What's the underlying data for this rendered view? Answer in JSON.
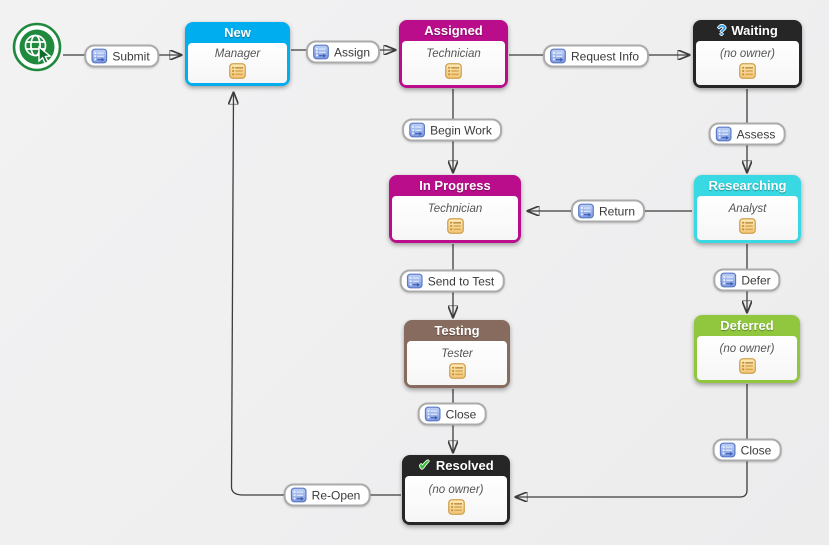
{
  "canvas": {
    "background": "#f0f0f1"
  },
  "start": {
    "color": "#1F8A3D",
    "icon": "globe-cursor-icon"
  },
  "states": [
    {
      "label": "New",
      "role": "Manager",
      "color": "#00AEEF"
    },
    {
      "label": "Assigned",
      "role": "Technician",
      "color": "#B90D8C"
    },
    {
      "label": "Waiting",
      "role": "(no owner)",
      "color": "#262626",
      "header_icon": "?",
      "header_icon_color": "#2F9BE8"
    },
    {
      "label": "In Progress",
      "role": "Technician",
      "color": "#B90D8C"
    },
    {
      "label": "Researching",
      "role": "Analyst",
      "color": "#38D9E2"
    },
    {
      "label": "Testing",
      "role": "Tester",
      "color": "#876B5E"
    },
    {
      "label": "Deferred",
      "role": "(no owner)",
      "color": "#90C73E"
    },
    {
      "label": "Resolved",
      "role": "(no owner)",
      "color": "#262626",
      "header_icon": "✔",
      "header_icon_color": "#35C235"
    }
  ],
  "transitions": [
    {
      "label": "Submit"
    },
    {
      "label": "Assign"
    },
    {
      "label": "Request Info"
    },
    {
      "label": "Begin Work"
    },
    {
      "label": "Assess"
    },
    {
      "label": "Return"
    },
    {
      "label": "Send to Test"
    },
    {
      "label": "Defer"
    },
    {
      "label": "Close"
    },
    {
      "label": "Close"
    },
    {
      "label": "Re-Open"
    }
  ],
  "edges": [
    {
      "from": "start",
      "via": "Submit",
      "to": "New"
    },
    {
      "from": "New",
      "via": "Assign",
      "to": "Assigned"
    },
    {
      "from": "Assigned",
      "via": "Request Info",
      "to": "Waiting"
    },
    {
      "from": "Assigned",
      "via": "Begin Work",
      "to": "In Progress"
    },
    {
      "from": "Waiting",
      "via": "Assess",
      "to": "Researching"
    },
    {
      "from": "Researching",
      "via": "Return",
      "to": "In Progress"
    },
    {
      "from": "In Progress",
      "via": "Send to Test",
      "to": "Testing"
    },
    {
      "from": "Researching",
      "via": "Defer",
      "to": "Deferred"
    },
    {
      "from": "Testing",
      "via": "Close",
      "to": "Resolved"
    },
    {
      "from": "Deferred",
      "via": "Close",
      "to": "Resolved"
    },
    {
      "from": "Resolved",
      "via": "Re-Open",
      "to": "New"
    }
  ],
  "colors": {
    "edge": "#3d3d3d",
    "button_border": "#ababab",
    "button_text": "#3a3a3a",
    "role_text": "#555555",
    "transition_icon": "#7e9ae2",
    "state_notes_icon": "#f5c97e"
  }
}
